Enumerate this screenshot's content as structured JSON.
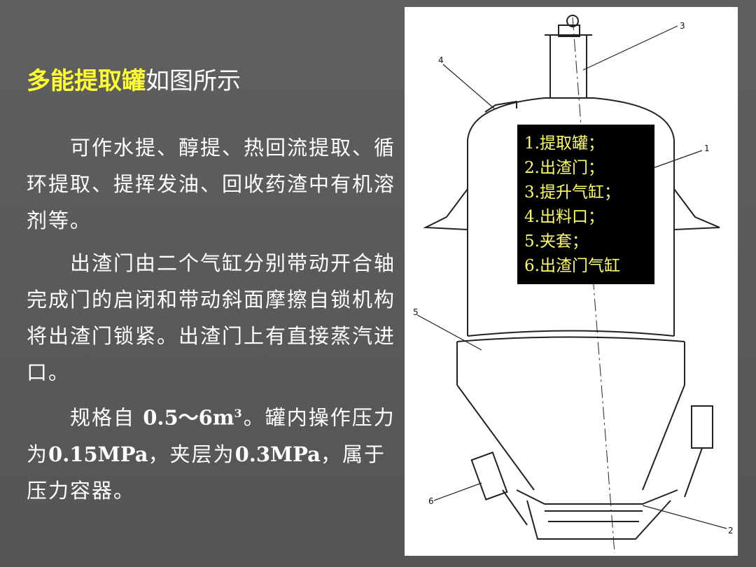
{
  "title": {
    "highlight": "多能提取罐",
    "rest": "如图所示"
  },
  "paragraphs": {
    "p1": "可作水提、醇提、热回流提取、循环提取、提挥发油、回收药渣中有机溶剂等。",
    "p2": "出渣门由二个气缸分别带动开合轴完成门的启闭和带动斜面摩擦自锁机构将出渣门锁紧。出渣门上有直接蒸汽进口。",
    "p3_a": "规格自 ",
    "p3_spec": "0.5～6m",
    "p3_sup": "3",
    "p3_b": "。罐内操作压力为",
    "p3_pressure1": "0.15MPa",
    "p3_c": "，夹层为",
    "p3_pressure2": "0.3MPa",
    "p3_d": "，属于压力容器。"
  },
  "legend": [
    "1.提取罐；",
    "2.出渣门；",
    "3.提升气缸；",
    "4.出料口；",
    "5.夹套；",
    "6.出渣门气缸"
  ],
  "callouts": [
    "1",
    "2",
    "3",
    "4",
    "5",
    "6"
  ],
  "colors": {
    "background": "#5a5a5a",
    "text": "#ffffff",
    "highlight": "#ffff33",
    "legend_text": "#ffff66",
    "legend_bg": "#000000"
  }
}
